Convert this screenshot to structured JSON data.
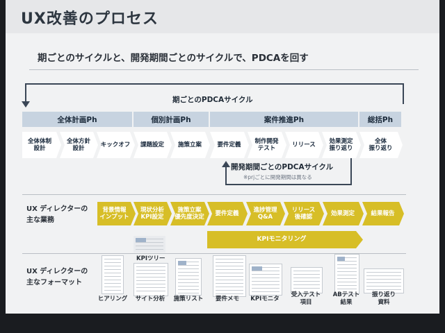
{
  "title": "UX改善のプロセス",
  "subtitle": "期ごとのサイクルと、開発期間ごとのサイクルで、PDCAを回す",
  "cycles": {
    "period": "期ごとのPDCAサイクル",
    "dev": "開発期間ごとのPDCAサイクル",
    "dev_note": "※prjごとに開発期間は異なる"
  },
  "phases": [
    "全体計画Ph",
    "個別計画Ph",
    "案件推進Ph",
    "総括Ph"
  ],
  "steps": [
    "全体体制\n設計",
    "全体方針\n設計",
    "キックオフ",
    "課題設定",
    "施策立案",
    "要件定義",
    "制作開発\nテスト",
    "リリース",
    "効果測定\n振り返り",
    "全体\n振り返り"
  ],
  "tasks_label": "UX ディレクターの\n主な業務",
  "tasks": [
    "背景情報\nインプット",
    "現状分析\nKPI設定",
    "施策立案\n優先度決定",
    "要件定義",
    "進捗管理\nQ&A",
    "リリース\n後確認",
    "効果測定",
    "結果報告"
  ],
  "kpi_monitoring": "KPIモニタリング",
  "formats_label": "UX ディレクターの\n主なフォーマット",
  "kpi_tree": "KPIツリー",
  "formats": [
    "ヒアリング",
    "サイト分析",
    "施策リスト",
    "要件メモ",
    "KPIモニタ",
    "受入テスト\n項目",
    "ABテスト\n結果",
    "振り返り\n資料"
  ],
  "colors": {
    "accent": "#d7be27",
    "phase_bg": "#c7d3e0",
    "arrow": "#3a4656"
  }
}
